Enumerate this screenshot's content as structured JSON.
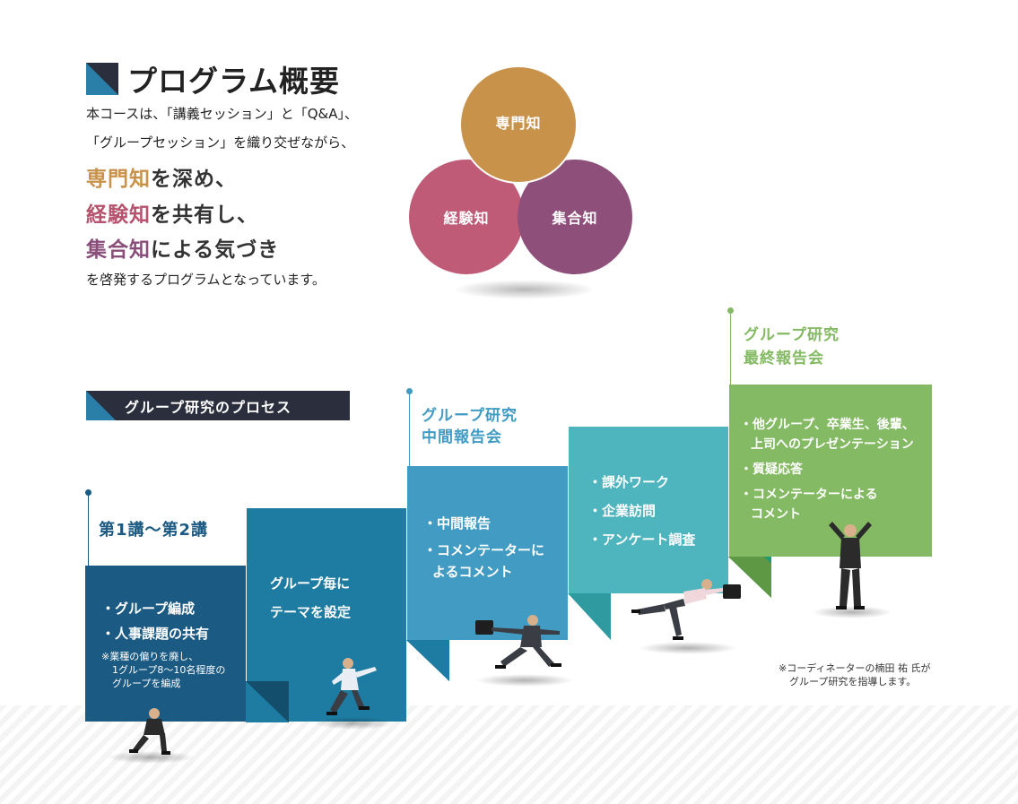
{
  "heading": {
    "title": "プログラム概要",
    "intro_line1": "本コースは、「講義セッション」と「Q&A」、",
    "intro_line2": "「グループセッション」を織り交ぜながら、",
    "big1_key": "専門知",
    "big1_rest": "を深め、",
    "big2_key": "経験知",
    "big2_rest": "を共有し、",
    "big3_key": "集合知",
    "big3_rest": "による気づき",
    "closing": "を啓発するプログラムとなっています。"
  },
  "venn": {
    "top": "専門知",
    "left": "経験知",
    "right": "集合知"
  },
  "process": {
    "label": "グループ研究のプロセス",
    "step1": {
      "head": "第1講〜第2講",
      "items": [
        "・グループ編成",
        "・人事課題の共有"
      ],
      "note_line1": "※業種の偏りを廃し、",
      "note_line2": "1グループ8〜10名程度の",
      "note_line3": "グループを編成"
    },
    "step2": {
      "line1": "グループ毎に",
      "line2": "テーマを設定"
    },
    "step3": {
      "head_line1": "グループ研究",
      "head_line2": "中間報告会",
      "item1": "・中間報告",
      "item2_line1": "・コメンテーターに",
      "item2_line2": "よるコメント"
    },
    "step4": {
      "items": [
        "・課外ワーク",
        "・企業訪問",
        "・アンケート調査"
      ]
    },
    "step5": {
      "head_line1": "グループ研究",
      "head_line2": "最終報告会",
      "item1_line1": "・他グループ、卒業生、後輩、",
      "item1_line2": "上司へのプレゼンテーション",
      "item2": "・質疑応答",
      "item3_line1": "・コメンテーターによる",
      "item3_line2": "コメント"
    },
    "footnote_line1": "※コーディネーターの楠田 祐 氏が",
    "footnote_line2": "グループ研究を指導します。"
  },
  "colors": {
    "gold": "#c8924a",
    "rose": "#bf5a77",
    "plum": "#8e4f7b",
    "navy": "#1b5a83",
    "teal_blue": "#1e7ba1",
    "sky": "#419bc3",
    "aqua": "#4eb4be",
    "green": "#84ba63"
  }
}
